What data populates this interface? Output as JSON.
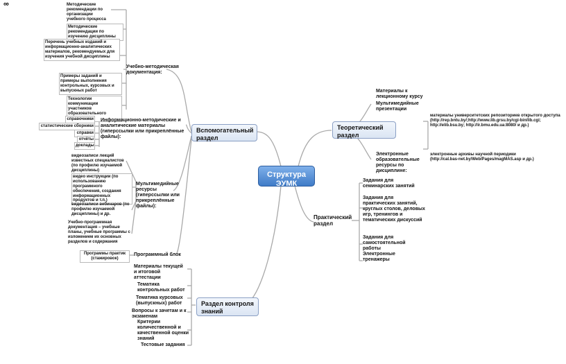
{
  "logo": "∞",
  "central": "Структура ЭУМК",
  "vspom": {
    "label": "Вспомогательный раздел",
    "um": {
      "label": "Учебно-методическая документация:",
      "items": [
        "Методические рекомендации по организации учебного процесса",
        "Методические рекомендации по изучению дисциплины",
        "Перечень учебных изданий и информационно-аналитических материалов, рекомендуемых для изучения учебной дисциплины",
        "Примеры заданий и примеры выполнения контрольных, курсовых и выпускных работ",
        "Технологии коммуникации участников образовательного процесса"
      ]
    },
    "inf": {
      "label": "Информационно-методические и аналитические материалы (гиперссылки или прикреплённые файлы):",
      "items": [
        "справочники",
        "статистические сборники",
        "справки",
        "отчёты",
        "доклады"
      ]
    },
    "mm": {
      "label": "Мультимедийные ресурсы (гиперссылки или прикреплённые файлы):",
      "items": [
        "видеозаписи лекций известных специалистов (по профилю изучаемой дисциплины)",
        "видео инструкции (по использованию программного обеспечения, создания информационных продуктов и т.п.)",
        "видеозаписи вебинаров (по профилю изучаемой дисциплины) и др.",
        "Учебно-программная документация – учебные планы, учебные программы с изложением их основных разделов и содержания"
      ]
    },
    "prog": {
      "label": "Программный блок",
      "items": [
        "Программы практик (стажировок)"
      ]
    }
  },
  "theory": {
    "label": "Теоретический раздел",
    "items": [
      "Материалы к лекционному курсу",
      "Мультимедийные презентации"
    ],
    "er": {
      "label": "Электронные образовательные ресурсы по дисциплине:",
      "items": [
        "материалы университетских репозиториев открытого доступа (http://rep.bntu.by/;http://www.lib.grsu.by/cgi-bin/lib.cgi; http://elib.bsu.by; http://ir.bmu.edu.ua:8080/ и др.)",
        "электронные архивы научной периодики (http://cal.bas-net.by/Web/Pages/magMAS.asp и др.)"
      ]
    }
  },
  "practice": {
    "label": "Практический раздел",
    "items": [
      "Задания для семинарских занятий",
      "Задания для практических занятий, круглых столов, деловых игр, тренингов и тематических дискуссий",
      "Задания для самостоятельной работы",
      "Электронные тренажеры"
    ]
  },
  "control": {
    "label": "Раздел контроля знаний",
    "items": [
      "Материалы текущей и итоговой аттестации",
      "Тематика контрольных работ",
      "Тематика курсовых (выпускных) работ",
      "Вопросы к зачетам и к экзаменам",
      "Критерии количественной и качественной оценки знаний",
      "Тестовые задания"
    ]
  }
}
